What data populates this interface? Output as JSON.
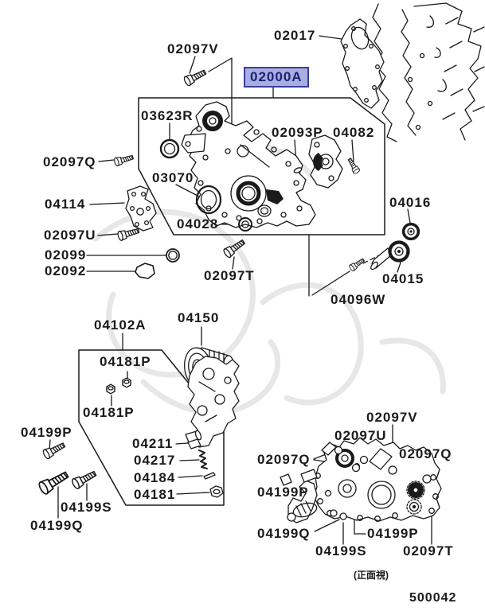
{
  "theme": {
    "line_color": "#1a1a1a",
    "hl_fill": "#a9aee0",
    "hl_border": "#3a3f99",
    "hl_text": "#1c2178",
    "watermark_color": "#d4d4d4"
  },
  "highlight": {
    "text": "02000A"
  },
  "labels": [
    {
      "text": "02097V"
    },
    {
      "text": "02017"
    },
    {
      "text": "03623R"
    },
    {
      "text": "02093P"
    },
    {
      "text": "04082"
    },
    {
      "text": "02097Q"
    },
    {
      "text": "03070"
    },
    {
      "text": "04114"
    },
    {
      "text": "04016"
    },
    {
      "text": "02097U"
    },
    {
      "text": "04028"
    },
    {
      "text": "02099"
    },
    {
      "text": "02092"
    },
    {
      "text": "02097T"
    },
    {
      "text": "04015"
    },
    {
      "text": "04096W"
    },
    {
      "text": "04102A"
    },
    {
      "text": "04150"
    },
    {
      "text": "04181P"
    },
    {
      "text": "04181P"
    },
    {
      "text": "04199P"
    },
    {
      "text": "04211"
    },
    {
      "text": "04217"
    },
    {
      "text": "04184"
    },
    {
      "text": "04181"
    },
    {
      "text": "04199S"
    },
    {
      "text": "04199Q"
    },
    {
      "text": "02097V"
    },
    {
      "text": "02097U"
    },
    {
      "text": "02097Q"
    },
    {
      "text": "02097Q"
    },
    {
      "text": "04199P"
    },
    {
      "text": "04199Q"
    },
    {
      "text": "04199P"
    },
    {
      "text": "04199S"
    },
    {
      "text": "02097T"
    }
  ],
  "footer": {
    "view_note": "(正面視)",
    "drawing_number": "500042"
  }
}
